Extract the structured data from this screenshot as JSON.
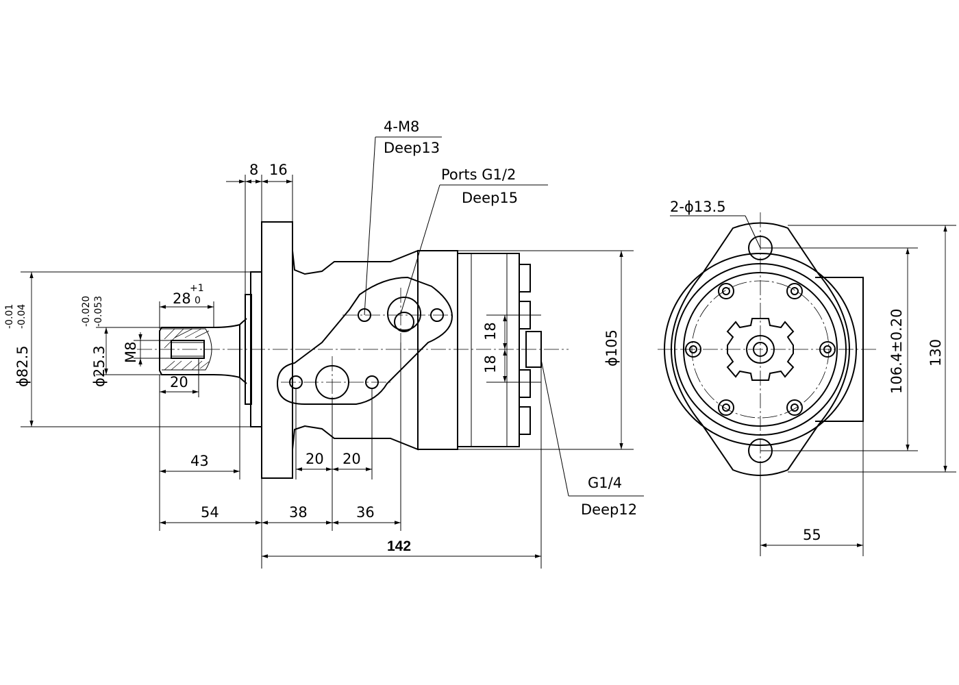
{
  "side_view": {
    "callouts": {
      "m8_holes": "4-M8",
      "m8_depth": "Deep13",
      "ports": "Ports G1/2",
      "ports_depth": "Deep15",
      "drain": "G1/4",
      "drain_depth": "Deep12"
    },
    "dims": {
      "flange_a": "8",
      "flange_b": "16",
      "pilot_dia": "ϕ82.5",
      "pilot_tol_upper": "-0.01",
      "pilot_tol_lower": "-0.04",
      "shaft_dia": "ϕ25.3",
      "shaft_tol_upper": "-0.020",
      "shaft_tol_lower": "-0.053",
      "key_len": "28",
      "key_tol_upper": "+1",
      "key_tol_lower": "0",
      "thread": "M8",
      "thread_depth": "20",
      "shaft_len": "43",
      "shaft_total": "54",
      "port_a": "38",
      "port_b": "36",
      "port_pitch_a": "20",
      "port_pitch_b": "20",
      "body_len": "142",
      "port_offset_a": "18",
      "port_offset_b": "18",
      "body_dia": "ϕ105"
    }
  },
  "end_view": {
    "callouts": {
      "mount_holes": "2-ϕ13.5"
    },
    "dims": {
      "bolt_circle": "106.4±0.20",
      "height": "130",
      "width": "55"
    }
  }
}
